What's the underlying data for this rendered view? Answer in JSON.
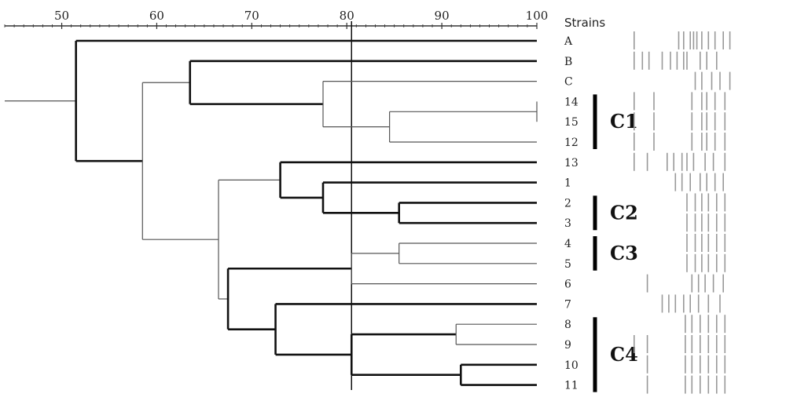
{
  "scale": {
    "ticks": [
      50,
      60,
      70,
      80,
      90,
      100
    ],
    "min": 44,
    "max": 100,
    "cutoff": 80.5
  },
  "header": {
    "strains_label": "Strains"
  },
  "leaves": [
    "A",
    "B",
    "C",
    "14",
    "15",
    "12",
    "13",
    "1",
    "2",
    "3",
    "4",
    "5",
    "6",
    "7",
    "8",
    "9",
    "10",
    "11"
  ],
  "nodes": [
    {
      "id": "root",
      "value": 44,
      "children": [
        "n50",
        "x_root"
      ],
      "weight": "thin"
    },
    {
      "id": "n50",
      "value": 51.5,
      "children": [
        "A",
        "n58"
      ],
      "weight": "thick"
    },
    {
      "id": "n58",
      "value": 58.5,
      "children": [
        "n63",
        "n66"
      ],
      "weight": "thin"
    },
    {
      "id": "n63",
      "value": 63.5,
      "children": [
        "B",
        "n77a"
      ],
      "weight": "thick"
    },
    {
      "id": "n77a",
      "value": 77.5,
      "children": [
        "C",
        "n84"
      ],
      "weight": "thin"
    },
    {
      "id": "n84",
      "value": 84.5,
      "children": [
        "n100",
        "12"
      ],
      "weight": "thin"
    },
    {
      "id": "n100",
      "value": 100,
      "children": [
        "14",
        "15"
      ],
      "weight": "thin"
    },
    {
      "id": "n66",
      "value": 66.5,
      "children": [
        "n73a",
        "n67"
      ],
      "weight": "thin"
    },
    {
      "id": "n73a",
      "value": 73,
      "children": [
        "13",
        "n77b"
      ],
      "weight": "thick"
    },
    {
      "id": "n77b",
      "value": 77.5,
      "children": [
        "1",
        "n85a"
      ],
      "weight": "thick"
    },
    {
      "id": "n85a",
      "value": 85.5,
      "children": [
        "2",
        "3"
      ],
      "weight": "thick"
    },
    {
      "id": "n67",
      "value": 67.5,
      "children": [
        "n80",
        "n72"
      ],
      "weight": "thick"
    },
    {
      "id": "n80",
      "value": 80.5,
      "children": [
        "n85b",
        "6"
      ],
      "weight": "thin"
    },
    {
      "id": "n85b",
      "value": 85.5,
      "children": [
        "4",
        "5"
      ],
      "weight": "thin"
    },
    {
      "id": "n72",
      "value": 72.5,
      "children": [
        "7",
        "n80b"
      ],
      "weight": "thick"
    },
    {
      "id": "n80b",
      "value": 80.5,
      "children": [
        "n91",
        "n92"
      ],
      "weight": "thick"
    },
    {
      "id": "n91",
      "value": 91.5,
      "children": [
        "8",
        "9"
      ],
      "weight": "thin"
    },
    {
      "id": "n92",
      "value": 92,
      "children": [
        "10",
        "11"
      ],
      "weight": "thick"
    }
  ],
  "clusters": [
    {
      "label": "C1",
      "from": "14",
      "to": "12"
    },
    {
      "label": "C2",
      "from": "2",
      "to": "3"
    },
    {
      "label": "C3",
      "from": "4",
      "to": "5"
    },
    {
      "label": "C4",
      "from": "8",
      "to": "11"
    }
  ],
  "bands": [
    [
      0.08,
      0.35,
      0.38,
      0.42,
      0.44,
      0.46,
      0.49,
      0.53,
      0.57,
      0.62,
      0.66
    ],
    [
      0.08,
      0.13,
      0.17,
      0.25,
      0.3,
      0.34,
      0.38,
      0.4,
      0.48,
      0.52,
      0.58
    ],
    [
      0.45,
      0.49,
      0.55,
      0.6,
      0.66
    ],
    [
      0.08,
      0.2,
      0.43,
      0.49,
      0.52,
      0.57,
      0.63
    ],
    [
      0.08,
      0.2,
      0.43,
      0.49,
      0.52,
      0.57,
      0.63
    ],
    [
      0.08,
      0.2,
      0.43,
      0.49,
      0.52,
      0.57,
      0.63
    ],
    [
      0.08,
      0.16,
      0.28,
      0.32,
      0.37,
      0.4,
      0.44,
      0.51,
      0.56,
      0.63
    ],
    [
      0.33,
      0.37,
      0.42,
      0.48,
      0.52,
      0.57,
      0.62
    ],
    [
      0.4,
      0.45,
      0.49,
      0.53,
      0.58,
      0.63
    ],
    [
      0.4,
      0.45,
      0.49,
      0.53,
      0.58,
      0.63
    ],
    [
      0.4,
      0.45,
      0.49,
      0.53,
      0.58,
      0.63
    ],
    [
      0.4,
      0.45,
      0.49,
      0.53,
      0.58,
      0.63
    ],
    [
      0.16,
      0.43,
      0.47,
      0.51,
      0.56,
      0.62
    ],
    [
      0.25,
      0.29,
      0.33,
      0.38,
      0.42,
      0.47,
      0.53,
      0.6
    ],
    [
      0.39,
      0.43,
      0.48,
      0.53,
      0.58,
      0.63
    ],
    [
      0.08,
      0.16,
      0.39,
      0.43,
      0.48,
      0.53,
      0.58,
      0.63
    ],
    [
      0.16,
      0.39,
      0.43,
      0.48,
      0.53,
      0.58,
      0.63
    ],
    [
      0.16,
      0.39,
      0.43,
      0.48,
      0.53,
      0.58,
      0.63
    ]
  ]
}
